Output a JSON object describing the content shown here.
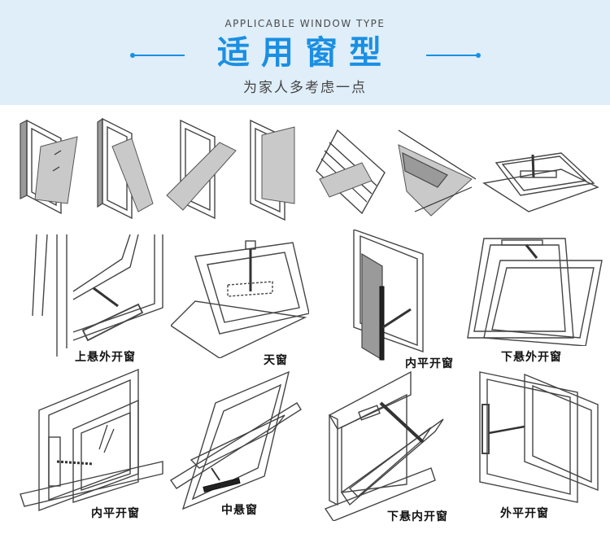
{
  "header": {
    "subtitle_en": "APPLICABLE WINDOW TYPE",
    "title_cn": "适用窗型",
    "tagline": "为家人多考虑一点",
    "accent_color": "#1a8fe3",
    "background_color": "#dfeef9"
  },
  "top_row": {
    "items": [
      {
        "icon": "window-tilt-turn-icon"
      },
      {
        "icon": "window-bottom-hung-icon"
      },
      {
        "icon": "window-pivot-icon"
      },
      {
        "icon": "window-casement-icon"
      },
      {
        "icon": "roof-window-icon"
      },
      {
        "icon": "skylight-slope-icon"
      },
      {
        "icon": "skylight-flat-icon"
      }
    ]
  },
  "diagrams": {
    "items": [
      {
        "label": "上悬外开窗",
        "icon": "top-hung-outward-window-icon"
      },
      {
        "label": "天窗",
        "icon": "skylight-window-icon"
      },
      {
        "label": "内平开窗",
        "icon": "inward-casement-window-icon"
      },
      {
        "label": "下悬外开窗",
        "icon": "bottom-hung-outward-window-icon"
      },
      {
        "label": "内平开窗",
        "icon": "inward-casement-window-chain-icon"
      },
      {
        "label": "中悬窗",
        "icon": "center-pivot-window-icon"
      },
      {
        "label": "下悬内开窗",
        "icon": "bottom-hung-inward-window-icon"
      },
      {
        "label": "外平开窗",
        "icon": "outward-casement-window-icon"
      }
    ]
  }
}
